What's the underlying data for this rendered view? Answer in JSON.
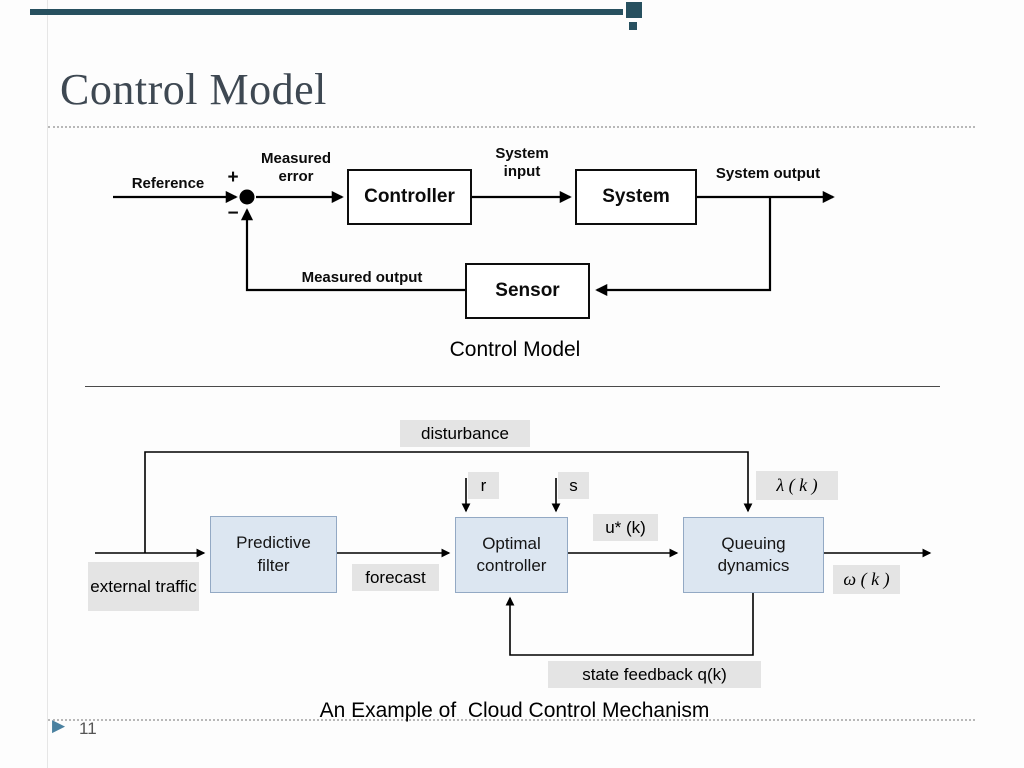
{
  "slide": {
    "title": "Control Model",
    "page_number": "11"
  },
  "top_diagram": {
    "caption": "Control Model",
    "reference_label": "Reference",
    "plus_sign": "+",
    "minus_sign": "−",
    "measured_error_label": "Measured error",
    "controller_block": "Controller",
    "system_input_label": "System input",
    "system_block": "System",
    "system_output_label": "System output",
    "sensor_block": "Sensor",
    "measured_output_label": "Measured output"
  },
  "bottom_diagram": {
    "caption": "An Example of  Cloud Control Mechanism",
    "disturbance_label": "disturbance",
    "external_traffic_label": "external traffic",
    "predictive_filter_block": "Predictive filter",
    "forecast_label": "forecast",
    "r_label": "r",
    "s_label": "s",
    "optimal_controller_block": "Optimal controller",
    "u_star_label": "u* (k)",
    "queuing_dynamics_block": "Queuing dynamics",
    "lambda_label": "λ ( k )",
    "omega_label": "ω ( k )",
    "state_feedback_label": "state feedback q(k)"
  },
  "colors": {
    "accent": "#27505f",
    "marker_triangle": "#4a81a0",
    "block_fill": "#dce6f1",
    "block_border": "#93a9c4",
    "label_fill": "#e4e4e4"
  }
}
